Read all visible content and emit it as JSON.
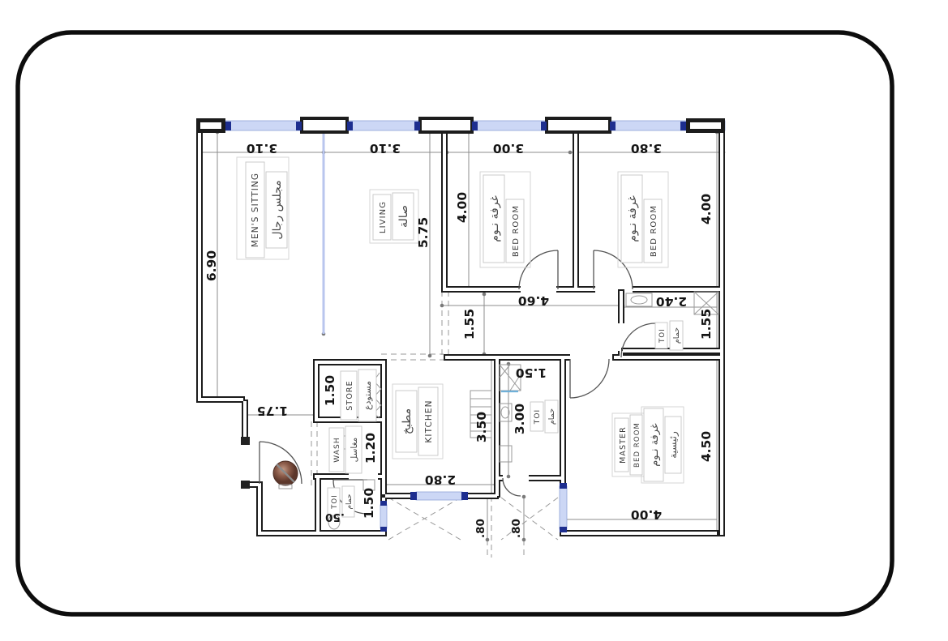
{
  "drawing": {
    "rooms": {
      "mens_sitting": {
        "en": "MEN'S SITTING",
        "ar": "مجلس رجال"
      },
      "living": {
        "en": "LIVING",
        "ar": "صالة"
      },
      "bedroom1": {
        "en": "BED ROOM",
        "ar": "غرفة نـوم"
      },
      "bedroom2": {
        "en": "BED ROOM",
        "ar": "غرفة نـوم"
      },
      "master": {
        "en1": "MASTER",
        "en2": "BED ROOM",
        "ar1": "غرفة نـوم",
        "ar2": "رئيسية"
      },
      "kitchen": {
        "en": "KITCHEN",
        "ar": "مطبخ"
      },
      "store": {
        "en": "STORE",
        "ar": "مستودع"
      },
      "wash": {
        "en": "WASH",
        "ar": "مغاسل"
      },
      "bath_bedrooms": {
        "en": "TOI",
        "ar": "حمام"
      },
      "bath_kitchen": {
        "en": "TOI",
        "ar": "حمام"
      },
      "bath_guest": {
        "en": "TOI",
        "ar": "حمام"
      }
    },
    "dims": {
      "top": [
        "3.10",
        "3.10",
        "3.00",
        "3.80"
      ],
      "left_height": "6.90",
      "living_height": "5.75",
      "bedroom1_height": "4.00",
      "bedroom2_height": "4.00",
      "hall_width": "4.60",
      "hall_height": "1.55",
      "bath2_width": "2.40",
      "bath2_height": "1.55",
      "kitchen_height": "3.50",
      "kitchen_width": "2.80",
      "bathk_height": "3.00",
      "bathk_width": "1.50",
      "store_height": "1.50",
      "wash_height": "1.20",
      "guest_height": "1.50",
      "guest_width": ".50",
      "entrance_width": "1.75",
      "master_height": "4.50",
      "master_width": "4.00",
      "court": [
        ".80",
        ".80"
      ]
    },
    "colors": {
      "wall": "#1c1c1c",
      "window_fill": "#ccd7f5",
      "window_cap": "#1d2e8f",
      "basin": "#8a5a48"
    }
  }
}
